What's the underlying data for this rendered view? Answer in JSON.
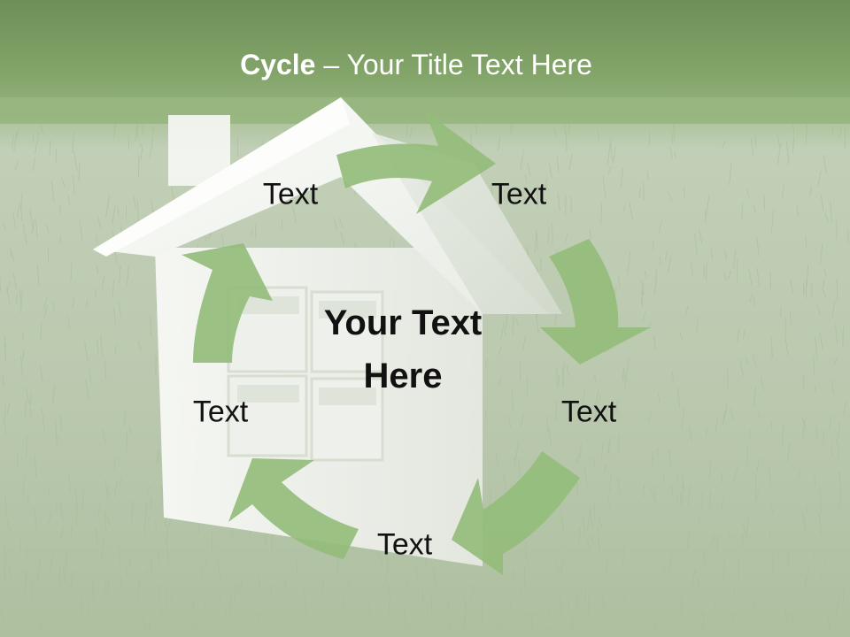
{
  "slide": {
    "title_bold": "Cycle",
    "title_rest": " – Your Title Text Here",
    "center_line1": "Your Text",
    "center_line2": "Here",
    "labels": [
      "Text",
      "Text",
      "Text",
      "Text",
      "Text"
    ]
  },
  "colors": {
    "header": "#7ea064",
    "arrow": "#94bd7b",
    "house": "#f2f4f0",
    "grass": "#b9c9ad"
  },
  "images": {
    "house": "house-illustration",
    "background": "grass-background"
  }
}
